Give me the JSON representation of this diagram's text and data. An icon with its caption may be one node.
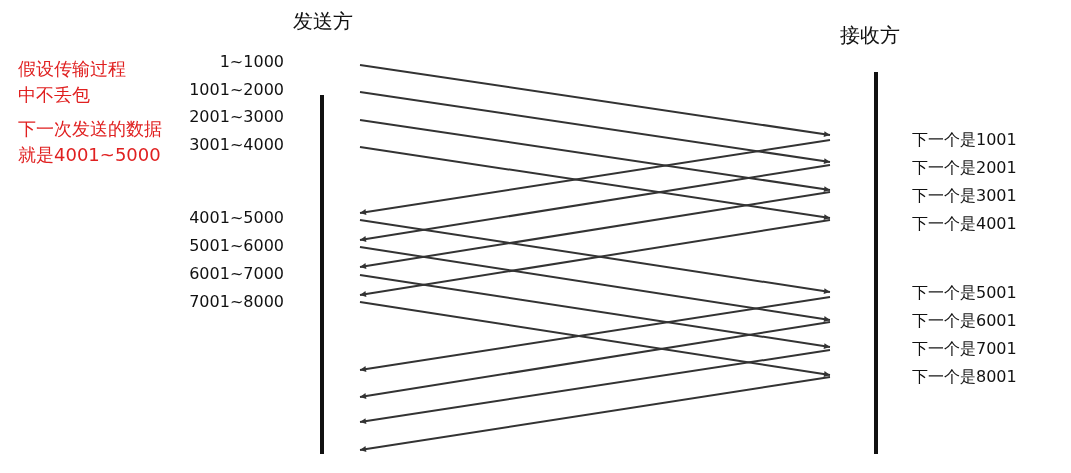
{
  "diagram": {
    "nodes": [
      {
        "text": [
          "发送方"
        ]
      },
      {
        "text": [
          "接收方"
        ]
      }
    ],
    "edges": [
      {
        "from": 0,
        "to": 1,
        "arrow": "to"
      },
      {
        "from": 0,
        "to": 1,
        "arrow": "to"
      },
      {
        "from": 0,
        "to": 1,
        "arrow": "to"
      },
      {
        "from": 0,
        "to": 1,
        "arrow": "to"
      },
      {
        "from": 1,
        "to": 0,
        "arrow": "to"
      },
      {
        "from": 1,
        "to": 0,
        "arrow": "to"
      },
      {
        "from": 1,
        "to": 0,
        "arrow": "to"
      },
      {
        "from": 1,
        "to": 0,
        "arrow": "to"
      },
      {
        "from": 0,
        "to": 1,
        "arrow": "to"
      },
      {
        "from": 0,
        "to": 1,
        "arrow": "to"
      },
      {
        "from": 0,
        "to": 1,
        "arrow": "to"
      },
      {
        "from": 0,
        "to": 1,
        "arrow": "to"
      },
      {
        "from": 1,
        "to": 0,
        "arrow": "to"
      },
      {
        "from": 1,
        "to": 0,
        "arrow": "to"
      },
      {
        "from": 1,
        "to": 0,
        "arrow": "to"
      },
      {
        "from": 1,
        "to": 0,
        "arrow": "to"
      }
    ],
    "labels": [
      "假设传输过程中不丢包",
      "下一次发送的数据就是4001~5000",
      "1~1000",
      "1001~2000",
      "2001~3000",
      "3001~4000",
      "4001~5000",
      "5001~6000",
      "6001~7000",
      "7001~8000",
      "下一个是1001",
      "下一个是2001",
      "下一个是3001",
      "下一个是4001",
      "下一个是5001",
      "下一个是6001",
      "下一个是7001",
      "下一个是8001"
    ]
  }
}
